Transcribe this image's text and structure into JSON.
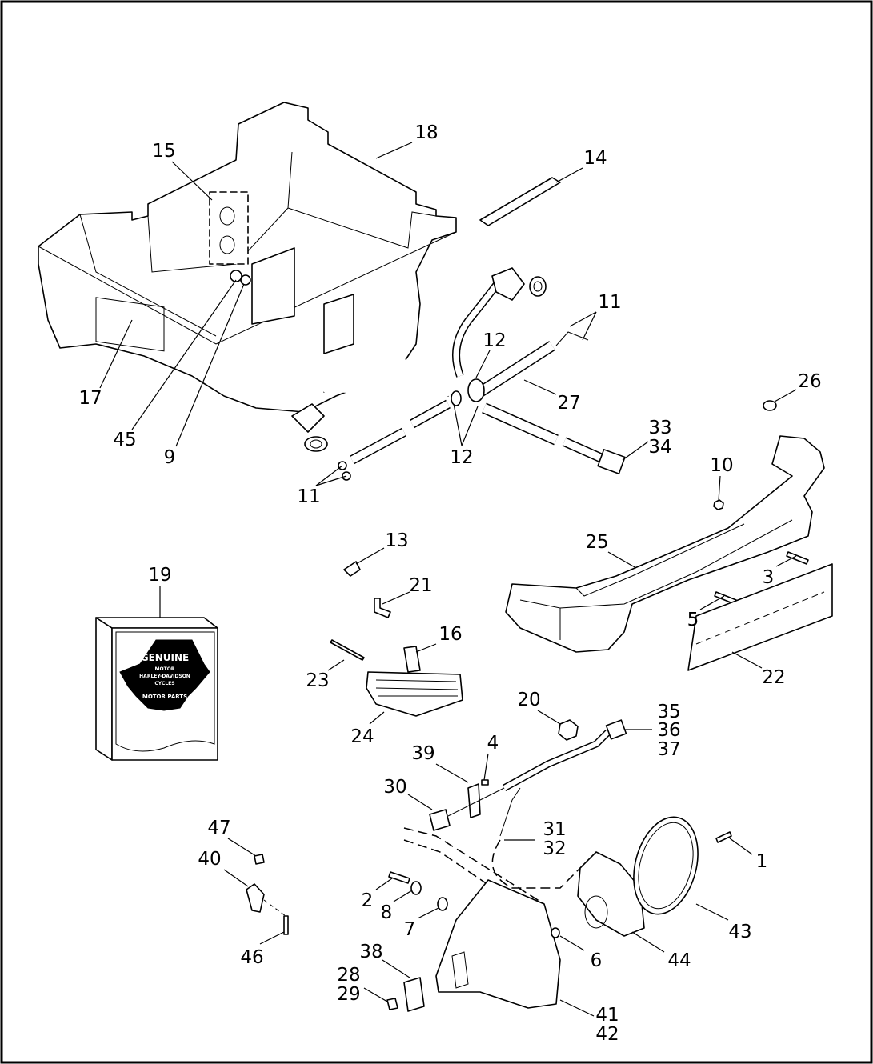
{
  "diagram": {
    "callouts": [
      "18",
      "15",
      "14",
      "17",
      "45",
      "9",
      "11",
      "12",
      "27",
      "26",
      "33",
      "34",
      "12",
      "11",
      "10",
      "13",
      "25",
      "19",
      "21",
      "3",
      "5",
      "16",
      "23",
      "22",
      "20",
      "35",
      "36",
      "37",
      "24",
      "4",
      "39",
      "30",
      "31",
      "32",
      "47",
      "1",
      "40",
      "2",
      "8",
      "43",
      "7",
      "44",
      "6",
      "46",
      "38",
      "28",
      "29",
      "41",
      "42"
    ],
    "logo": {
      "top": "GENUINE",
      "motor": "MOTOR",
      "brand": "HARLEY-DAVIDSON",
      "cycles": "CYCLES",
      "bottom": "MOTOR PARTS"
    }
  }
}
